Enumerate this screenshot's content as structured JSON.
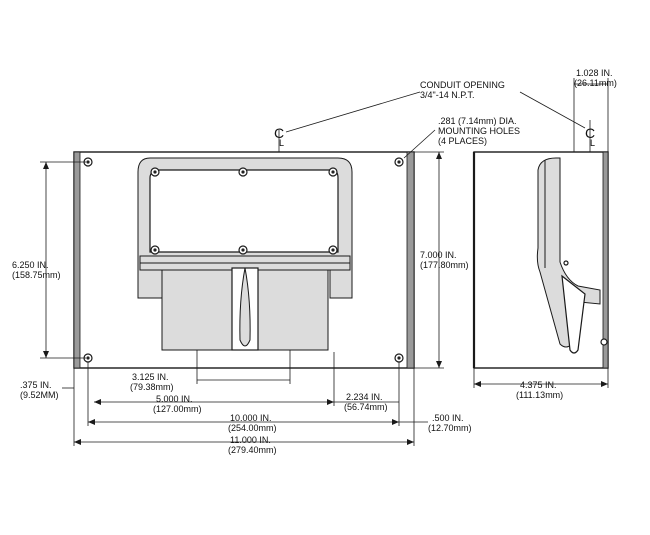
{
  "labels": {
    "conduit_line1": "CONDUIT OPENING",
    "conduit_line2": "3/4\"-14 N.P.T.",
    "holes_line1": ".281 (7.14mm) DIA.",
    "holes_line2": "MOUNTING HOLES",
    "holes_line3": "(4 PLACES)",
    "cl_symbol_main": "C",
    "cl_symbol_main_sub": "L",
    "cl_symbol_side": "C",
    "cl_symbol_side_sub": "L"
  },
  "dimensions": {
    "height_outer_in": "7.000 IN.",
    "height_outer_mm": "(177.80mm)",
    "height_holes_in": "6.250 IN.",
    "height_holes_mm": "(158.75mm)",
    "edge_offset_in": ".375 IN.",
    "edge_offset_mm": "(9.52MM)",
    "width_3125_in": "3.125 IN.",
    "width_3125_mm": "(79.38mm)",
    "width_5000_in": "5.000 IN.",
    "width_5000_mm": "(127.00mm)",
    "width_2234_in": "2.234 IN.",
    "width_2234_mm": "(56.74mm)",
    "width_10000_in": "10.000 IN.",
    "width_10000_mm": "(254.00mm)",
    "width_0500_in": ".500 IN.",
    "width_0500_mm": "(12.70mm)",
    "width_11000_in": "11.000 IN.",
    "width_11000_mm": "(279.40mm)",
    "depth_in": "4.375 IN.",
    "depth_mm": "(111.13mm)",
    "conduit_offset_in": "1.028 IN.",
    "conduit_offset_mm": "(26.11mm)"
  }
}
